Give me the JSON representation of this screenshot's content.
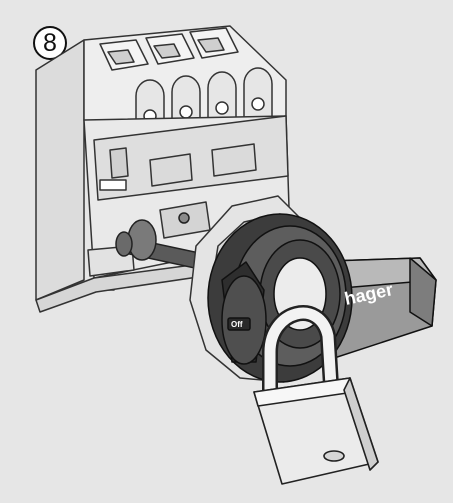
{
  "illustration": {
    "step_number": "8",
    "brand_label": "hager",
    "off_marking": "Off",
    "colors": {
      "background": "#e6e6e6",
      "switch_body": "#e9e9e9",
      "switch_shade": "#c9c9c9",
      "shaft": "#5a5a5a",
      "handle_dark": "#3c3c3c",
      "handle_face": "#5d5d5d",
      "lever": "#9a9a9a",
      "label_text": "#ffffff",
      "padlock_body": "#ebebeb",
      "outline": "#222222"
    }
  }
}
